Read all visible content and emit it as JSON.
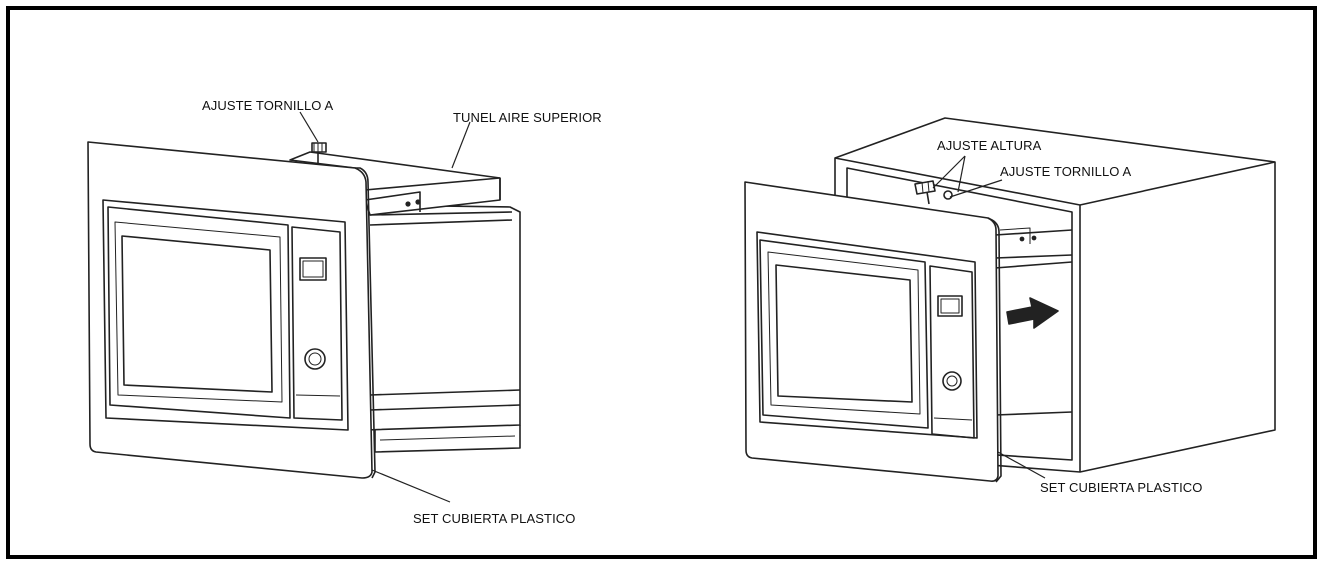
{
  "figure": {
    "left_unit": {
      "labels": {
        "adjust_screw": "AJUSTE TORNILLO A",
        "upper_air_tunnel": "TUNEL AIRE SUPERIOR",
        "plastic_cover_set": "SET CUBIERTA PLASTICO"
      }
    },
    "right_unit": {
      "labels": {
        "height_adjust": "AJUSTE ALTURA",
        "adjust_screw": "AJUSTE TORNILLO A",
        "plastic_cover_set": "SET CUBIERTA PLASTICO"
      }
    }
  }
}
